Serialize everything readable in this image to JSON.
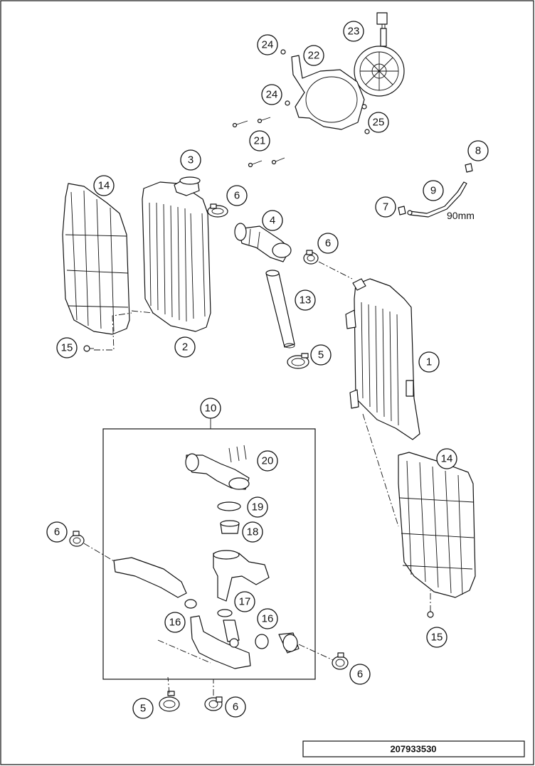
{
  "document_number": "207933530",
  "callouts": [
    "1",
    "2",
    "3",
    "4",
    "5",
    "6",
    "7",
    "8",
    "9",
    "10",
    "13",
    "14",
    "15",
    "16",
    "17",
    "18",
    "19",
    "20",
    "21",
    "22",
    "23",
    "24",
    "25"
  ],
  "dimension_label": "90mm"
}
